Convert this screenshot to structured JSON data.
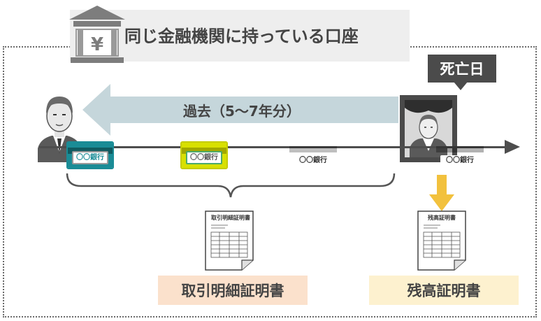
{
  "title": "同じ金融機関に持っている口座",
  "death_label": "死亡日",
  "past_label": "過去（5〜7年分）",
  "bank_icon_glyph": "¥",
  "cards": [
    {
      "label": "〇〇銀行",
      "color": "#1a8c96",
      "border": "#1a8c96"
    },
    {
      "label": "〇〇銀行",
      "color": "#a8a8a8",
      "border": "#9a9a9a"
    },
    {
      "label": "〇〇銀行",
      "color": "#d8e000",
      "border": "#c4cc00"
    },
    {
      "label": "〇〇銀行",
      "color": "#4caa6a",
      "border": "#4caa6a"
    }
  ],
  "documents": {
    "transaction": {
      "doc_title": "取引明細証明書",
      "label": "取引明細証明書"
    },
    "balance": {
      "doc_title": "残高証明書",
      "label": "残高証明書"
    }
  },
  "colors": {
    "past_arrow": "#c5d6db",
    "down_arrow": "#f2c13d",
    "dark": "#4b4b4b",
    "transaction_label_bg": "#fbe1cc",
    "balance_label_bg": "#fdf1cf"
  }
}
